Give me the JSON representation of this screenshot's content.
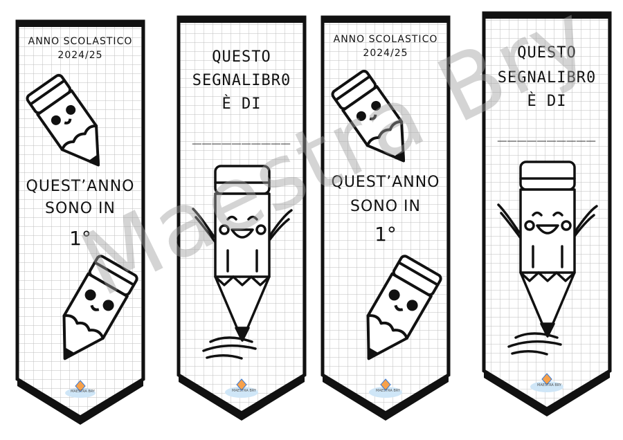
{
  "bookmarks": [
    {
      "type": "class",
      "school_year_label": "ANNO SCOLASTICO",
      "school_year": "2024/25",
      "line1": "QUEST’ANNO",
      "line2": "SONO IN",
      "grade": "1°",
      "logo_text": "MAESTRA BRY"
    },
    {
      "type": "owner",
      "line1": "QUESTO",
      "line2": "SEGNALIBR0",
      "line3": "È DI",
      "name_line": "__________",
      "logo_text": "MAESTRA BRY"
    },
    {
      "type": "class",
      "school_year_label": "ANNO SCOLASTICO",
      "school_year": "2024/25",
      "line1": "QUEST’ANNO",
      "line2": "SONO IN",
      "grade": "1°",
      "logo_text": "MAESTRA BRY"
    },
    {
      "type": "owner",
      "line1": "QUESTO",
      "line2": "SEGNALIBR0",
      "line3": "È DI",
      "name_line": "__________",
      "logo_text": "MAESTRA BRY"
    }
  ],
  "watermark": "Maestra Bry",
  "icons": [
    "pencil-icon",
    "happy-pencil-icon",
    "kite-logo-icon"
  ],
  "colors": {
    "frame": "#111111",
    "grid": "#bdbdbd",
    "watermark": "#a0a0a0"
  }
}
